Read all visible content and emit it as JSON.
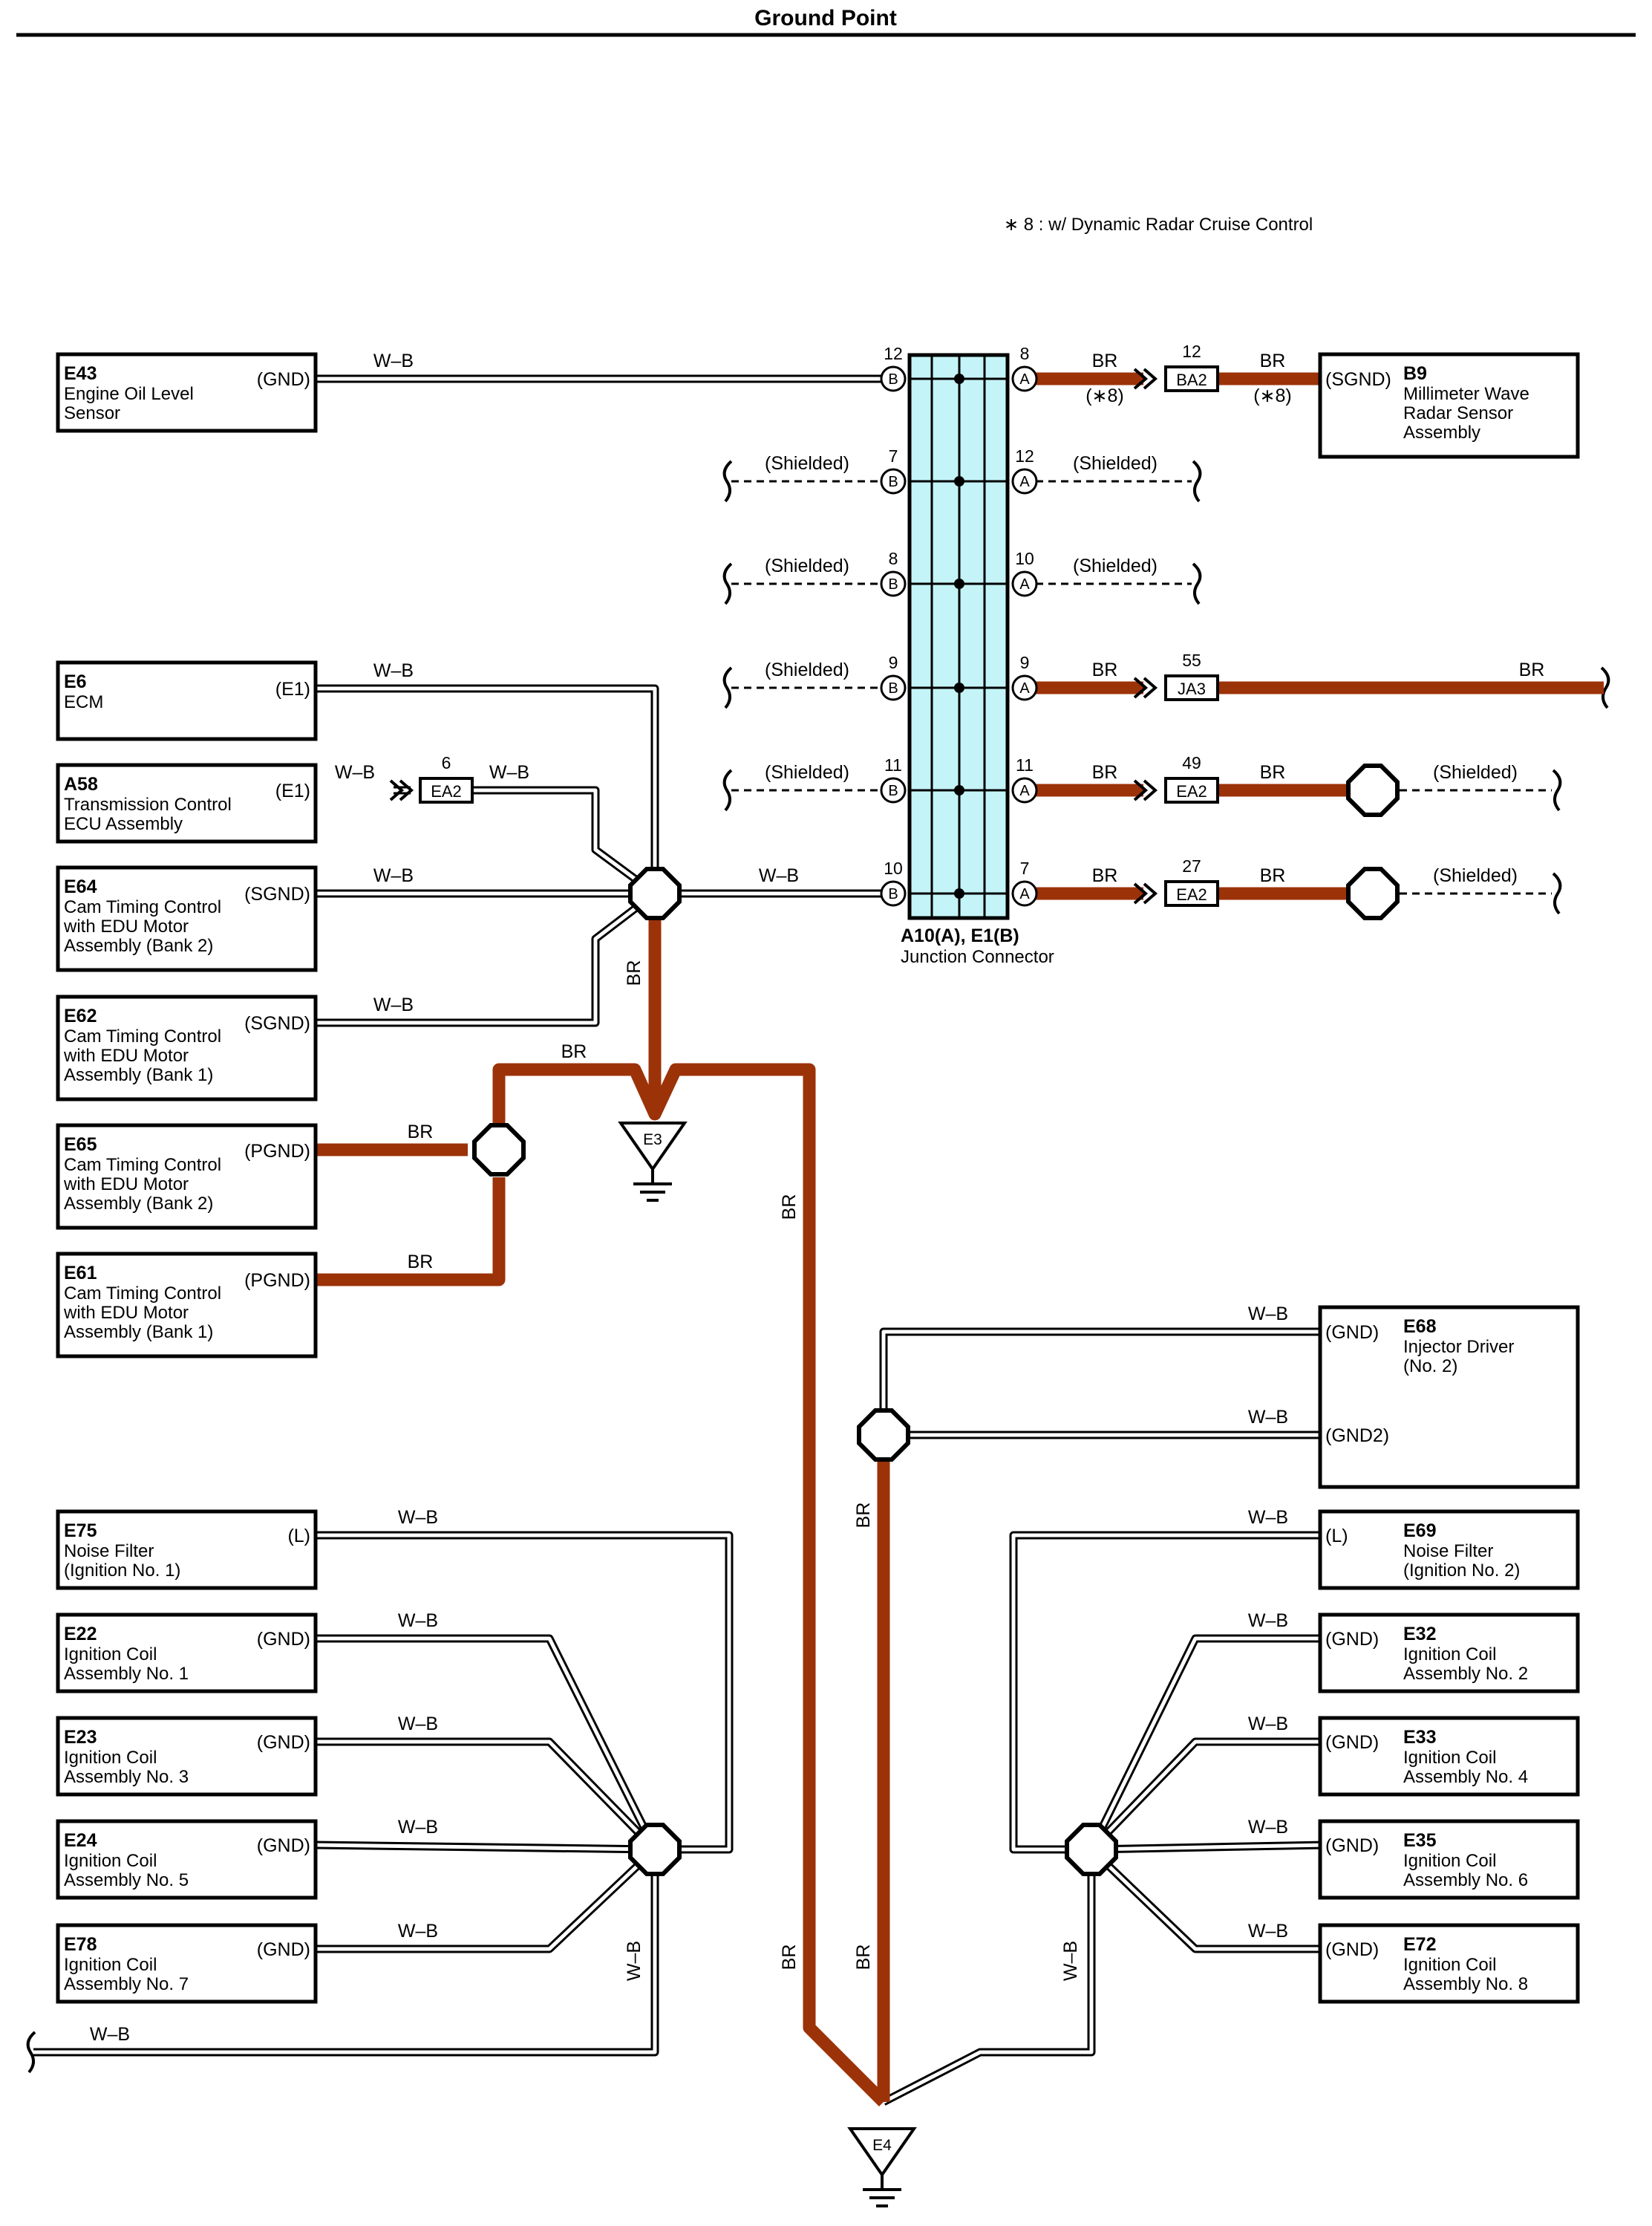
{
  "title": "Ground Point",
  "note": "∗ 8 : w/ Dynamic Radar Cruise Control",
  "colors": {
    "wire_br": "#9c3208",
    "junction_fill": "#c4f4f8"
  },
  "components": [
    {
      "code": "E43",
      "lines": [
        "Engine Oil Level",
        "Sensor"
      ],
      "terminal": "(GND)"
    },
    {
      "code": "E6",
      "lines": [
        "ECM"
      ],
      "terminal": "(E1)"
    },
    {
      "code": "A58",
      "lines": [
        "Transmission Control",
        "ECU Assembly"
      ],
      "terminal": "(E1)"
    },
    {
      "code": "E64",
      "lines": [
        "Cam Timing Control",
        "with EDU Motor",
        "Assembly (Bank 2)"
      ],
      "terminal": "(SGND)"
    },
    {
      "code": "E62",
      "lines": [
        "Cam Timing Control",
        "with EDU Motor",
        "Assembly (Bank 1)"
      ],
      "terminal": "(SGND)"
    },
    {
      "code": "E65",
      "lines": [
        "Cam Timing Control",
        "with EDU Motor",
        "Assembly (Bank 2)"
      ],
      "terminal": "(PGND)"
    },
    {
      "code": "E61",
      "lines": [
        "Cam Timing Control",
        "with EDU Motor",
        "Assembly (Bank 1)"
      ],
      "terminal": "(PGND)"
    },
    {
      "code": "E75",
      "lines": [
        "Noise Filter",
        "(Ignition No. 1)"
      ],
      "terminal": "(L)"
    },
    {
      "code": "E22",
      "lines": [
        "Ignition Coil",
        "Assembly No. 1"
      ],
      "terminal": "(GND)"
    },
    {
      "code": "E23",
      "lines": [
        "Ignition Coil",
        "Assembly No. 3"
      ],
      "terminal": "(GND)"
    },
    {
      "code": "E24",
      "lines": [
        "Ignition Coil",
        "Assembly No. 5"
      ],
      "terminal": "(GND)"
    },
    {
      "code": "E78",
      "lines": [
        "Ignition Coil",
        "Assembly No. 7"
      ],
      "terminal": "(GND)"
    },
    {
      "code": "B9",
      "lines": [
        "Millimeter Wave",
        "Radar Sensor",
        "Assembly"
      ],
      "terminal": "(SGND)"
    },
    {
      "code": "E68",
      "lines": [
        "Injector Driver",
        "(No. 2)"
      ],
      "terminal": "(GND)",
      "terminal2": "(GND2)"
    },
    {
      "code": "E69",
      "lines": [
        "Noise Filter",
        "(Ignition No. 2)"
      ],
      "terminal": "(L)"
    },
    {
      "code": "E32",
      "lines": [
        "Ignition Coil",
        "Assembly No. 2"
      ],
      "terminal": "(GND)"
    },
    {
      "code": "E33",
      "lines": [
        "Ignition Coil",
        "Assembly No. 4"
      ],
      "terminal": "(GND)"
    },
    {
      "code": "E35",
      "lines": [
        "Ignition Coil",
        "Assembly No. 6"
      ],
      "terminal": "(GND)"
    },
    {
      "code": "E72",
      "lines": [
        "Ignition Coil",
        "Assembly No. 8"
      ],
      "terminal": "(GND)"
    }
  ],
  "junction": {
    "label_bold": "A10(A), E1(B)",
    "label": "Junction Connector",
    "left_pins": [
      {
        "num": "12",
        "letter": "B"
      },
      {
        "num": "7",
        "letter": "B"
      },
      {
        "num": "8",
        "letter": "B"
      },
      {
        "num": "9",
        "letter": "B"
      },
      {
        "num": "11",
        "letter": "B"
      },
      {
        "num": "10",
        "letter": "B"
      }
    ],
    "right_pins": [
      {
        "num": "8",
        "letter": "A"
      },
      {
        "num": "12",
        "letter": "A"
      },
      {
        "num": "10",
        "letter": "A"
      },
      {
        "num": "9",
        "letter": "A"
      },
      {
        "num": "11",
        "letter": "A"
      },
      {
        "num": "7",
        "letter": "A"
      }
    ]
  },
  "connectors": [
    {
      "name": "BA2",
      "pin": "12"
    },
    {
      "name": "JA3",
      "pin": "55"
    },
    {
      "name": "EA2",
      "pin": "49"
    },
    {
      "name": "EA2",
      "pin": "27"
    },
    {
      "name": "EA2",
      "pin": "6"
    }
  ],
  "wire_labels": {
    "wb": "W–B",
    "br": "BR",
    "shielded": "(Shielded)",
    "note_ref": "(∗8)"
  },
  "grounds": [
    "E3",
    "E4"
  ]
}
